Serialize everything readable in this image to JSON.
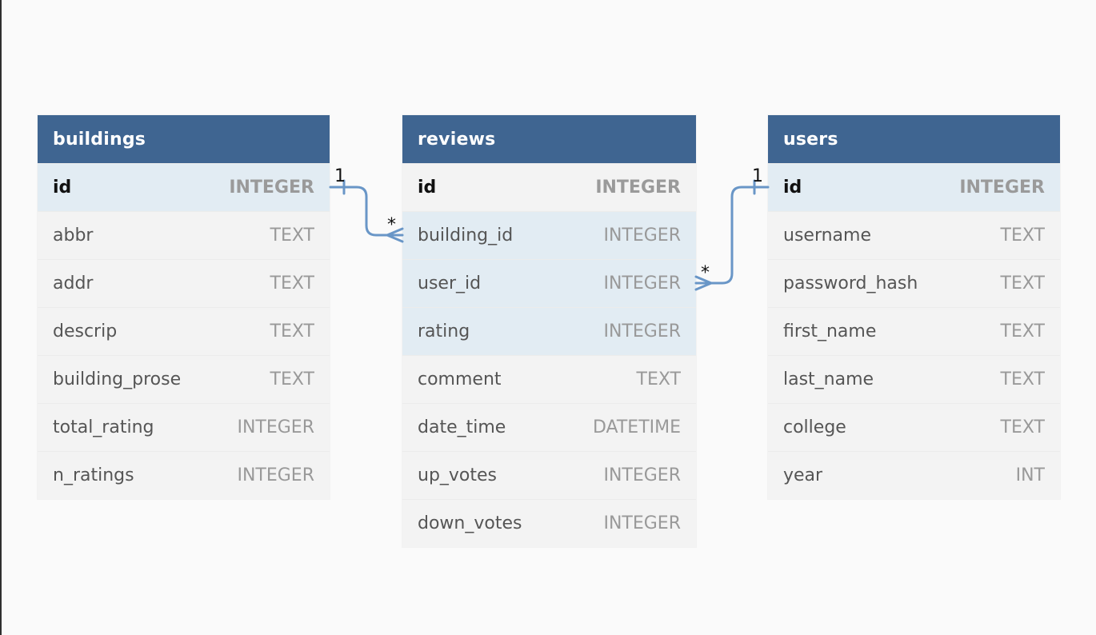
{
  "tables": [
    {
      "name": "buildings",
      "columns": [
        {
          "name": "id",
          "type": "INTEGER"
        },
        {
          "name": "abbr",
          "type": "TEXT"
        },
        {
          "name": "addr",
          "type": "TEXT"
        },
        {
          "name": "descrip",
          "type": "TEXT"
        },
        {
          "name": "building_prose",
          "type": "TEXT"
        },
        {
          "name": "total_rating",
          "type": "INTEGER"
        },
        {
          "name": "n_ratings",
          "type": "INTEGER"
        }
      ]
    },
    {
      "name": "reviews",
      "columns": [
        {
          "name": "id",
          "type": "INTEGER"
        },
        {
          "name": "building_id",
          "type": "INTEGER"
        },
        {
          "name": "user_id",
          "type": "INTEGER"
        },
        {
          "name": "rating",
          "type": "INTEGER"
        },
        {
          "name": "comment",
          "type": "TEXT"
        },
        {
          "name": "date_time",
          "type": "DATETIME"
        },
        {
          "name": "up_votes",
          "type": "INTEGER"
        },
        {
          "name": "down_votes",
          "type": "INTEGER"
        }
      ]
    },
    {
      "name": "users",
      "columns": [
        {
          "name": "id",
          "type": "INTEGER"
        },
        {
          "name": "username",
          "type": "TEXT"
        },
        {
          "name": "password_hash",
          "type": "TEXT"
        },
        {
          "name": "first_name",
          "type": "TEXT"
        },
        {
          "name": "last_name",
          "type": "TEXT"
        },
        {
          "name": "college",
          "type": "TEXT"
        },
        {
          "name": "year",
          "type": "INT"
        }
      ]
    }
  ],
  "relations": [
    {
      "one": "1",
      "many": "*"
    },
    {
      "one": "1",
      "many": "*"
    }
  ],
  "colors": {
    "header": "#3f6591",
    "line": "#6996c7",
    "highlight": "#e2ecf3"
  }
}
